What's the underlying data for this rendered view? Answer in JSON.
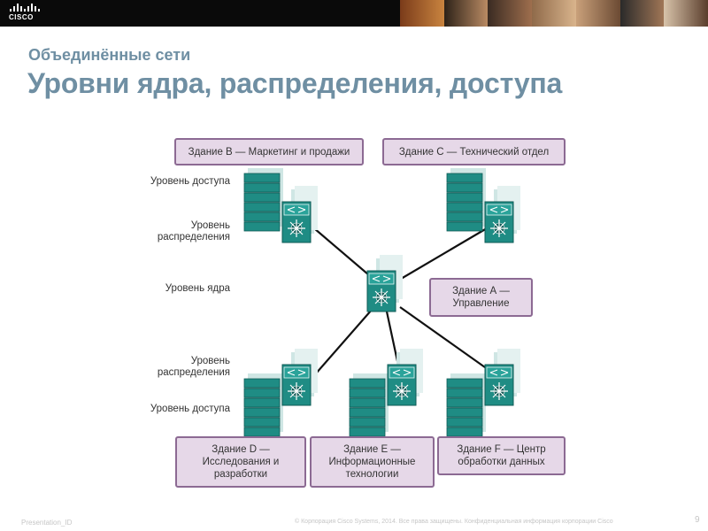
{
  "brand": {
    "logo_text": "CISCO"
  },
  "slide": {
    "subtitle": "Объединённые сети",
    "title": "Уровни ядра, распределения, доступа"
  },
  "layers": {
    "top_access": "Уровень доступа",
    "top_distribution_1": "Уровень",
    "top_distribution_2": "распределения",
    "core": "Уровень ядра",
    "bottom_distribution_1": "Уровень",
    "bottom_distribution_2": "распределения",
    "bottom_access": "Уровень доступа"
  },
  "buildings": {
    "b": {
      "line1": "Здание B — Маркетинг и продажи"
    },
    "c": {
      "line1": "Здание C — Технический отдел"
    },
    "a": {
      "line1": "Здание А —",
      "line2": "Управление"
    },
    "d": {
      "line1": "Здание D —",
      "line2": "Исследования и",
      "line3": "разработки"
    },
    "e": {
      "line1": "Здание E —",
      "line2": "Информационные",
      "line3": "технологии"
    },
    "f": {
      "line1": "Здание F — Центр",
      "line2": "обработки данных"
    }
  },
  "footer": {
    "presentation_id": "Presentation_ID",
    "copyright": "© Корпорация Cisco Systems, 2014. Все права защищены. Конфиденциальная информация корпорации Cisco",
    "page": "9"
  },
  "colors": {
    "title": "#6f8fa3",
    "box_border": "#8c6a93",
    "box_fill": "#e6d8e8",
    "device": "#1f8c84",
    "device_dark": "#146a64"
  }
}
